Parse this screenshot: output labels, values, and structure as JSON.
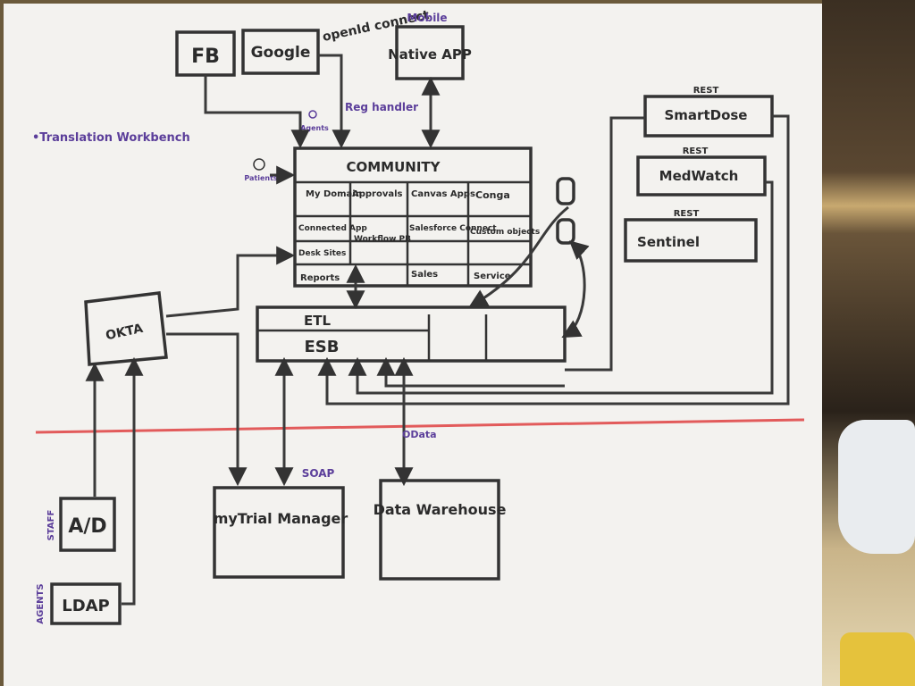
{
  "colors": {
    "paper": "#f3f2ef",
    "marker": "#2b2b2b",
    "purple_ink": "#5b3e9a",
    "red_line": "#e25b5b"
  },
  "sources": {
    "fb": "FB",
    "google": "Google",
    "openid": "openId connect",
    "mobile": "Mobile",
    "native_app": "Native APP"
  },
  "notes": {
    "translation_workbench": "•Translation Workbench",
    "reg_handler": "Reg handler",
    "agents_small": "Agents",
    "patients_small": "Patients"
  },
  "community": {
    "title": "COMMUNITY",
    "cells": [
      "My Domain",
      "Approvals",
      "Canvas Apps",
      "Conga",
      "Connected App",
      "Workflow PB",
      "Salesforce Connect",
      "Custom objects",
      "Desk Sites",
      "Sales",
      "Service",
      "Reports"
    ]
  },
  "rest_services": [
    {
      "tag": "REST",
      "label": "SmartDose"
    },
    {
      "tag": "REST",
      "label": "MedWatch"
    },
    {
      "tag": "REST",
      "label": "Sentinel"
    }
  ],
  "integration": {
    "etl": "ETL",
    "esb": "ESB"
  },
  "okta": "OKTA",
  "bottom": {
    "staff_tag": "STAFF",
    "ad": "A/D",
    "agents_tag": "AGENTS",
    "ldap": "LDAP",
    "soap": "SOAP",
    "mytrial": "myTrial Manager",
    "odata": "OData",
    "dw": "Data Warehouse"
  }
}
